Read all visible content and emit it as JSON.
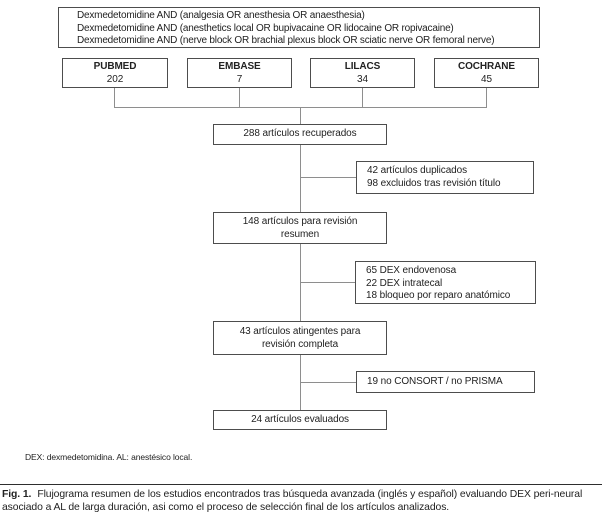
{
  "colors": {
    "box_border": "#4d4d4d",
    "connector_line": "#8e8e8e",
    "text": "#222222"
  },
  "search_queries": [
    "Dexmedetomidine AND (analgesia OR anesthesia OR anaesthesia)",
    "Dexmedetomidine AND (anesthetics local OR bupivacaine OR lidocaine OR ropivacaine)",
    "Dexmedetomidine AND (nerve block OR brachial plexus block OR sciatic nerve OR femoral nerve)"
  ],
  "databases": [
    {
      "name": "PUBMED",
      "count": "202"
    },
    {
      "name": "EMBASE",
      "count": "7"
    },
    {
      "name": "LILACS",
      "count": "34"
    },
    {
      "name": "COCHRANE",
      "count": "45"
    }
  ],
  "flow_boxes": {
    "retrieved": {
      "lines": [
        "288 artículos recuperados"
      ]
    },
    "abstract_review": {
      "lines": [
        "148 artículos para revisión",
        "resumen"
      ]
    },
    "full_review": {
      "lines": [
        "43 artículos atingentes para",
        "revisión completa"
      ]
    },
    "evaluated": {
      "lines": [
        "24 artículos evaluados"
      ]
    }
  },
  "exclusion_boxes": [
    {
      "lines": [
        "42 artículos duplicados",
        "98 excluidos tras revisión título"
      ]
    },
    {
      "lines": [
        "65 DEX endovenosa",
        "22 DEX intratecal",
        "18 bloqueo por reparo anatómico"
      ]
    },
    {
      "lines": [
        "19 no CONSORT / no PRISMA"
      ]
    }
  ],
  "footnote": "DEX: dexmedetomidina. AL: anestésico local.",
  "caption": {
    "label": "Fig. 1.",
    "text": "Flujograma resumen de los estudios encontrados tras búsqueda avanzada (inglés y español) evaluando DEX peri-neural asociado a AL de larga duración, asi como el proceso de selección final de los artículos analizados."
  }
}
